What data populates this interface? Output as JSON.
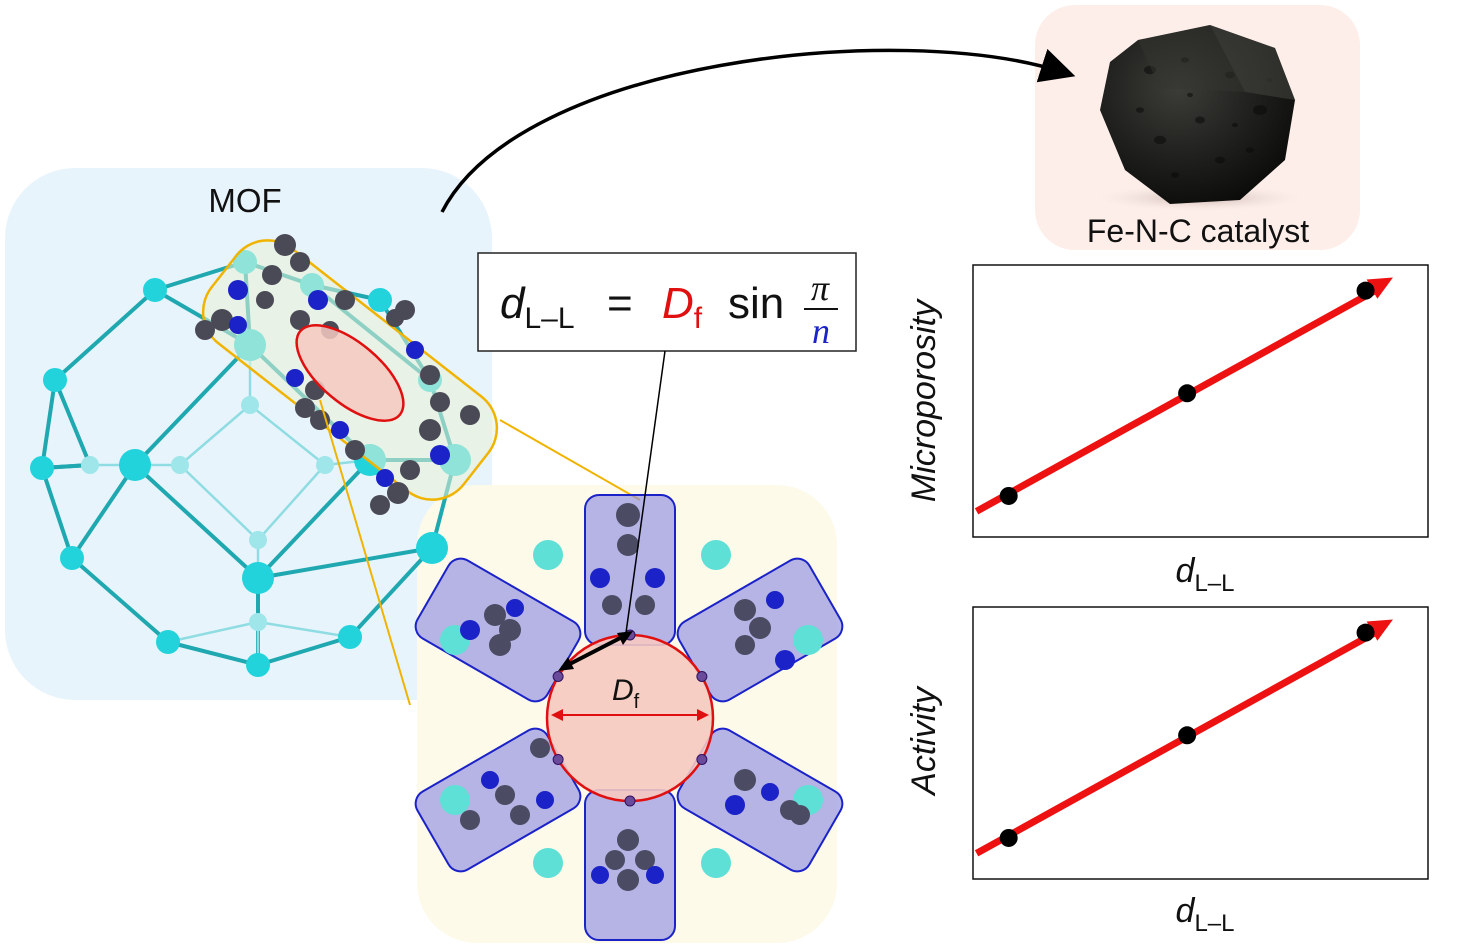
{
  "mof_label": "MOF",
  "catalyst_label": "Fe-N-C catalyst",
  "formula": {
    "lhs_var": "d",
    "lhs_sub": "L–L",
    "equals": "=",
    "diam_var": "D",
    "diam_sub": "f",
    "sin": "sin",
    "pi": "π",
    "n": "n"
  },
  "pore_label": {
    "var": "D",
    "sub": "f"
  },
  "colors": {
    "zn": "#22d3dc",
    "nitrogen": "#1a22c8",
    "carbon": "#4a4a56",
    "linker_box": "#8f8fe0",
    "linker_edge": "#1a22c8",
    "pore_fill": "#f6c9c0",
    "pore_edge": "#e01010",
    "trend_arrow": "#ee1111",
    "mof_bg": "#e8f4fc",
    "sod_bg": "#fdfaea",
    "catalyst_bg": "#fdeee9",
    "highlight": "#f0b400"
  },
  "chart_data": [
    {
      "type": "scatter",
      "title": "",
      "xlabel_var": "d",
      "xlabel_sub": "L–L",
      "ylabel": "Microporosity",
      "x": [
        1,
        2,
        3
      ],
      "y": [
        1,
        2,
        3
      ],
      "trend": "increasing",
      "grid": false
    },
    {
      "type": "scatter",
      "title": "",
      "xlabel_var": "d",
      "xlabel_sub": "L–L",
      "ylabel": "Activity",
      "x": [
        1,
        2,
        3
      ],
      "y": [
        1,
        2,
        3
      ],
      "trend": "increasing",
      "grid": false
    }
  ]
}
